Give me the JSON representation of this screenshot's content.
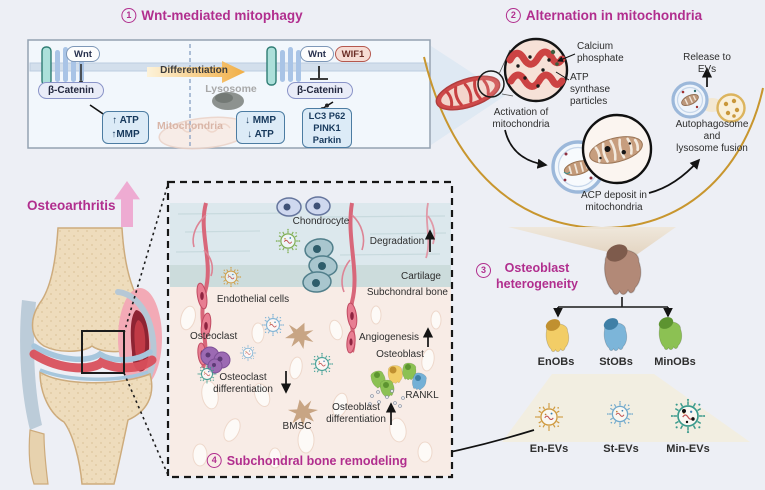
{
  "colors": {
    "title_magenta": "#b12e8e",
    "oa_arrow_pink": "#eeabd2",
    "gold_arc": "#c8962e",
    "enob_yellow": "#f2cd66",
    "stob_blue": "#7cb5d9",
    "minob_green": "#8cc153",
    "en_ev_orange": "#cf9a3f",
    "st_ev_blue": "#6fa8cc",
    "min_ev_teal": "#3a9a8c"
  },
  "left_section": {
    "title": "Osteoarthritis"
  },
  "panel1": {
    "number": "1",
    "title": "Wnt-mediated mitophagy",
    "wnt": "Wnt",
    "wif1": "WIF1",
    "beta_catenin": "β-Catenin",
    "atp_mmp_up": "↑ ATP\n↑MMP",
    "differentiation": "Differentiation",
    "lysosome": "Lysosome",
    "mitochondria": "Mitochondria",
    "mmp_atp_down": "↓ MMP\n↓ ATP",
    "lc3_box": "LC3 P62\nPINK1\nParkin"
  },
  "panel2": {
    "number": "2",
    "title": "Alternation in mitochondria",
    "calcium_phosphate": "Calcium\nphosphate",
    "atp_synthase": "ATP\nsynthase\nparticles",
    "activation": "Activation of\nmitochondria",
    "release": "Release to EVs",
    "fusion": "Autophagosome and\nlysosome fusion",
    "acp": "ACP deposit in\nmitochondria"
  },
  "panel3": {
    "number": "3",
    "title": "Osteoblast\nheterogeneity",
    "cells": [
      {
        "label": "EnOBs"
      },
      {
        "label": "StOBs"
      },
      {
        "label": "MinOBs"
      }
    ],
    "evs": [
      {
        "label": "En-EVs"
      },
      {
        "label": "St-EVs"
      },
      {
        "label": "Min-EVs"
      }
    ]
  },
  "panel4": {
    "number": "4",
    "title": "Subchondral bone remodeling",
    "chondrocyte": "Chondrocyte",
    "degradation": "Degradation",
    "cartilage": "Cartilage",
    "subchondral_bone": "Subchondral bone",
    "endothelial_cells": "Endothelial cells",
    "osteoclast": "Osteoclast",
    "osteoclast_differentiation": "Osteoclast\ndifferentiation",
    "bmsc": "BMSC",
    "osteoblast_differentiation": "Osteoblast\ndifferentiation",
    "angiogenesis": "Angiogenesis",
    "osteoblast": "Osteoblast",
    "rankl": "RANKL"
  }
}
